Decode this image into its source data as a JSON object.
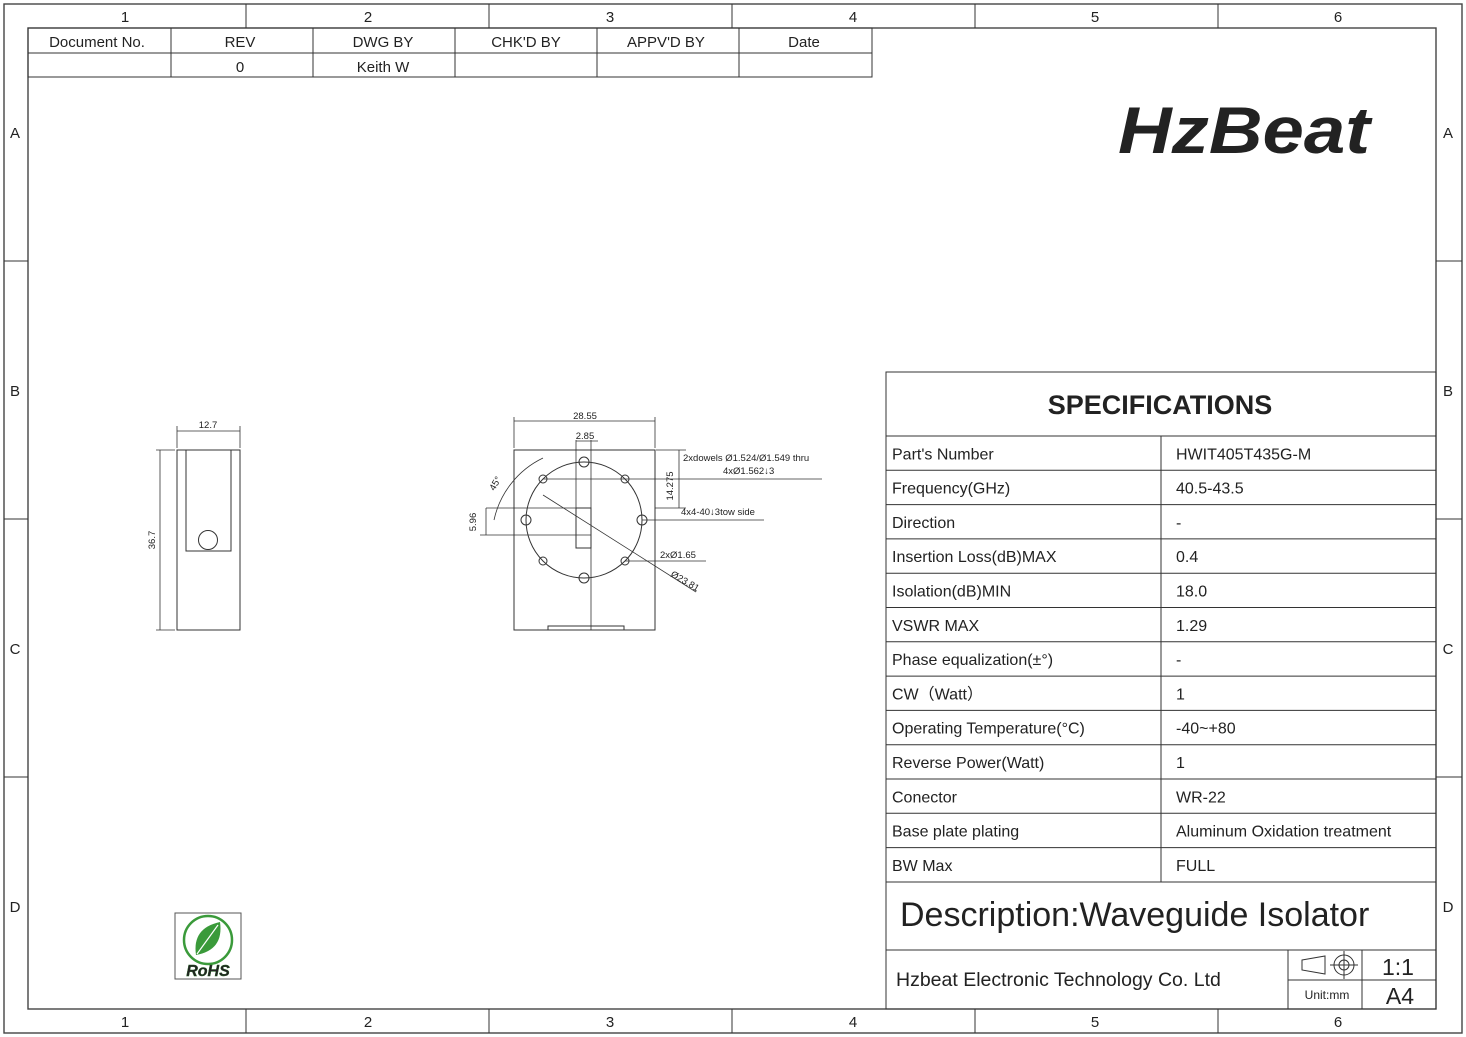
{
  "grid": {
    "columns": [
      "1",
      "2",
      "3",
      "4",
      "5",
      "6"
    ],
    "rows": [
      "A",
      "B",
      "C",
      "D"
    ]
  },
  "title_block": {
    "headers": [
      "Document No.",
      "REV",
      "DWG BY",
      "CHK'D BY",
      "APPV'D BY",
      "Date"
    ],
    "values": [
      "",
      "0",
      "Keith W",
      "",
      "",
      ""
    ]
  },
  "logo": {
    "text": "HzBeat"
  },
  "side_view": {
    "width_dim": "12.7",
    "height_dim": "36.7"
  },
  "front_view": {
    "dims": {
      "width": "28.55",
      "offset": "2.85",
      "height": "14.275",
      "slot": "5.96",
      "angle": "45°",
      "dowels_line1": "2xdowels Ø1.524/Ø1.549 thru",
      "dowels_line2": "4xØ1.562↓3",
      "thread": "4x4-40↓3tow side",
      "holes": "2xØ1.65",
      "circle": "Ø23.81"
    }
  },
  "specs": {
    "title": "SPECIFICATIONS",
    "rows": [
      {
        "label": "Part's Number",
        "value": "HWIT405T435G-M"
      },
      {
        "label": "Frequency(GHz)",
        "value": "40.5-43.5"
      },
      {
        "label": "Direction",
        "value": "-"
      },
      {
        "label": "Insertion Loss(dB)MAX",
        "value": "0.4"
      },
      {
        "label": "Isolation(dB)MIN",
        "value": "18.0"
      },
      {
        "label": "VSWR MAX",
        "value": "1.29"
      },
      {
        "label": "Phase equalization(±°)",
        "value": "-"
      },
      {
        "label": "CW（Watt）",
        "value": "1"
      },
      {
        "label": "Operating Temperature(°C)",
        "value": "-40~+80"
      },
      {
        "label": "Reverse Power(Watt)",
        "value": "1"
      },
      {
        "label": "Conector",
        "value": "WR-22"
      },
      {
        "label": "Base plate plating",
        "value": "Aluminum Oxidation treatment"
      },
      {
        "label": "BW Max",
        "value": "FULL"
      }
    ],
    "description": "Description:Waveguide Isolator",
    "company": "Hzbeat Electronic Technology Co. Ltd",
    "scale": "1:1",
    "unit": "Unit:mm",
    "size": "A4"
  },
  "rohs": {
    "text": "RoHS"
  }
}
